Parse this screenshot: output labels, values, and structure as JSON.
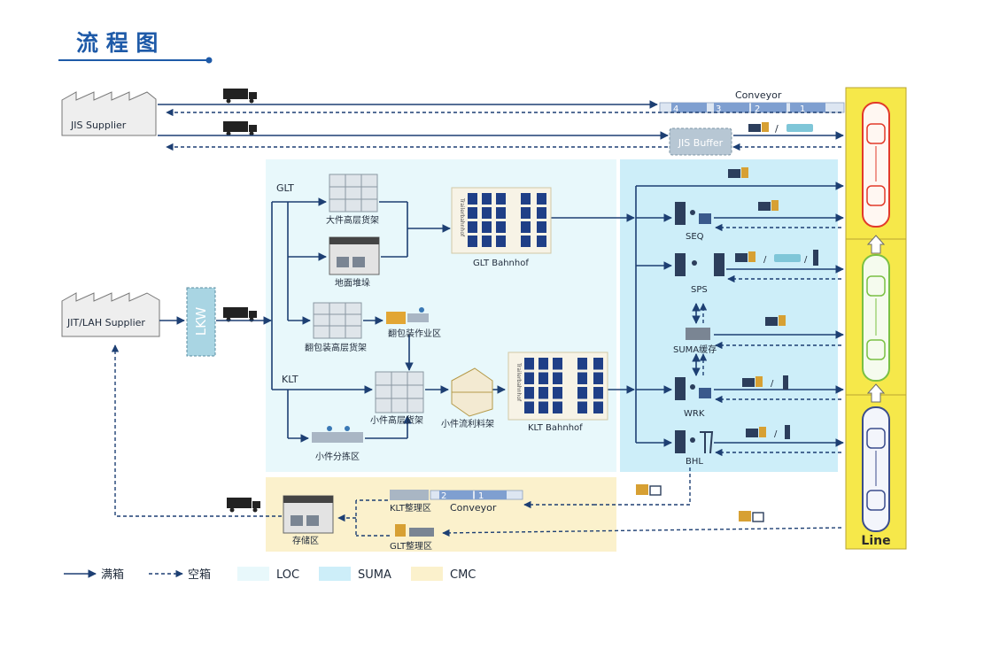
{
  "title": "流 程 图",
  "suppliers": {
    "jis": "JIS Supplier",
    "jit": "JIT/LAH Supplier"
  },
  "lkw": "LKW",
  "top": {
    "conveyor": "Conveyor",
    "conveyor_segments": [
      "4",
      "3",
      "2",
      "1"
    ],
    "jis_buffer": "JIS Buffer",
    "slash": "/"
  },
  "loc": {
    "glt": "GLT",
    "klt": "KLT",
    "big_rack": "大件高层货架",
    "floor_stack": "地面堆垛",
    "flip_rack": "翻包装高层货架",
    "flip_area": "翻包装作业区",
    "small_rack": "小件高层货架",
    "small_sort": "小件分拣区",
    "small_flow": "小件流利料架",
    "glt_bahnhof": "GLT Bahnhof",
    "klt_bahnhof": "KLT Bahnhof",
    "trailer": "Trailerbahnhof"
  },
  "suma": {
    "seq": "SEQ",
    "sps": "SPS",
    "buffer": "SUMA缓存",
    "wrk": "WRK",
    "bhl": "BHL",
    "slash": "/"
  },
  "cmc": {
    "storage": "存储区",
    "klt_area": "KLT整理区",
    "glt_area": "GLT整理区",
    "conveyor": "Conveyor",
    "conveyor_segments": [
      "2",
      "1"
    ]
  },
  "line": "Line",
  "legend": {
    "full": "满箱",
    "empty": "空箱",
    "loc": "LOC",
    "suma": "SUMA",
    "cmc": "CMC"
  },
  "colors": {
    "title": "#1e5aa8",
    "loc_bg": "#e8f8fb",
    "suma_bg": "#cdeef9",
    "cmc_bg": "#fbf1cc",
    "line_bg": "#f6e84a",
    "arrow": "#1d3f73",
    "rack_blue": "#1f3f87"
  }
}
